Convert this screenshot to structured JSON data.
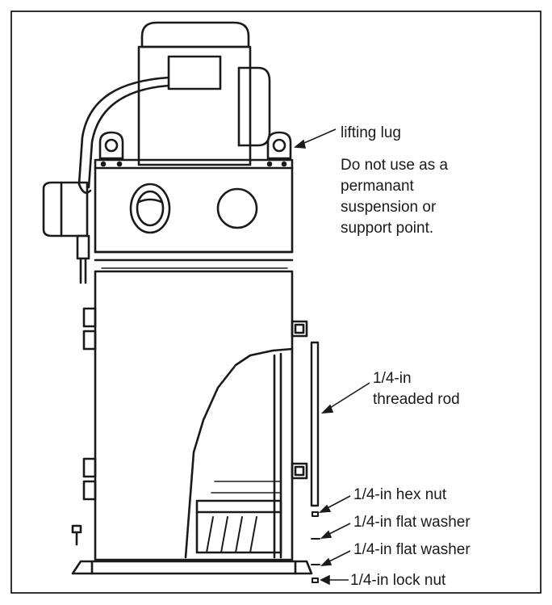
{
  "callouts": {
    "lifting_lug": "lifting lug",
    "warning": [
      "Do not use as a",
      "permanant",
      "suspension or",
      "support point."
    ],
    "threaded_rod": [
      "1/4-in",
      "threaded rod"
    ],
    "hex_nut": "1/4-in hex nut",
    "flat_washer_1": "1/4-in flat washer",
    "flat_washer_2": "1/4-in flat washer",
    "lock_nut": "1/4-in lock nut"
  },
  "colors": {
    "line": "#1a1a1a",
    "border": "#000000",
    "background": "#ffffff"
  }
}
